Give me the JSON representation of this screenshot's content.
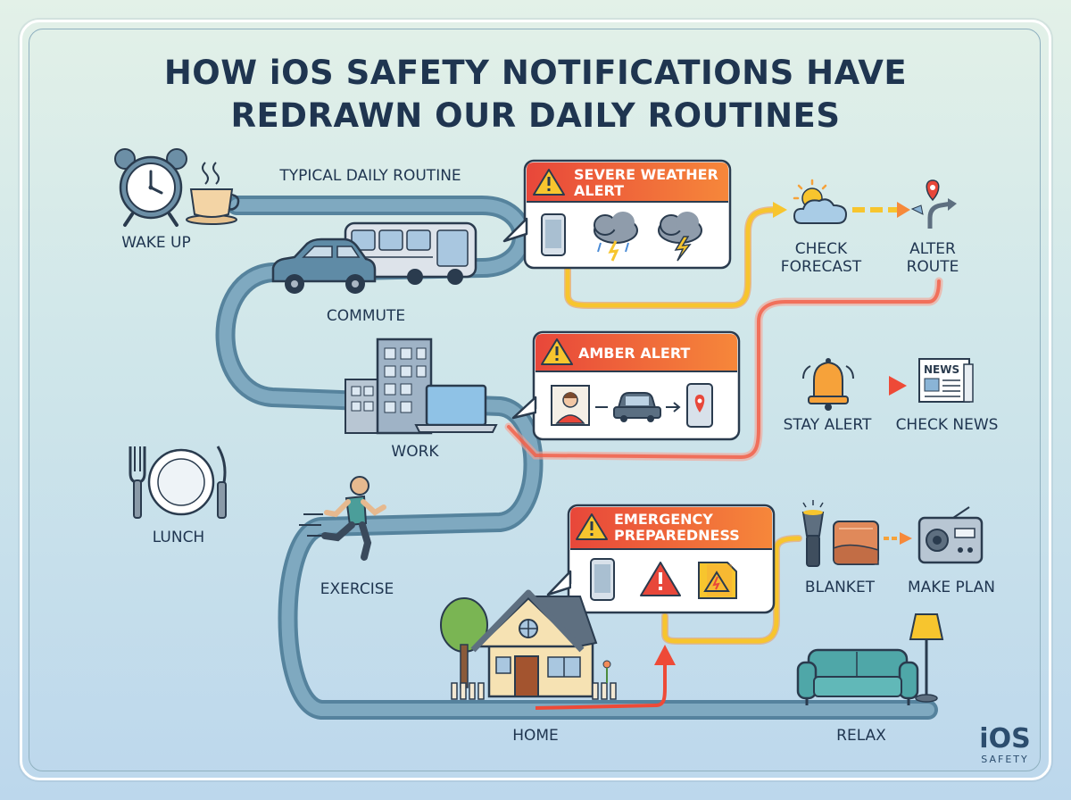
{
  "title": {
    "line1": "HOW iOS SAFETY NOTIFICATIONS HAVE",
    "line2": "REDRAWN OUR DAILY ROUTINES"
  },
  "routine": {
    "heading": "TYPICAL DAILY ROUTINE",
    "stops": {
      "wake_up": "WAKE UP",
      "commute": "COMMUTE",
      "work": "WORK",
      "lunch": "LUNCH",
      "exercise": "EXERCISE",
      "home": "HOME",
      "relax": "RELAX"
    }
  },
  "alerts": {
    "weather": {
      "title_line1": "SEVERE WEATHER",
      "title_line2": "ALERT",
      "icons": [
        "phone-icon",
        "storm-cloud-icon",
        "lightning-cloud-icon"
      ],
      "actions": [
        "CHECK FORECAST",
        "ALTER ROUTE"
      ],
      "action_check_forecast_line1": "CHECK",
      "action_check_forecast_line2": "FORECAST",
      "action_alter_route_line1": "ALTER",
      "action_alter_route_line2": "ROUTE"
    },
    "amber": {
      "title": "AMBER ALERT",
      "icons": [
        "person-photo-icon",
        "car-icon",
        "phone-location-icon"
      ],
      "actions": [
        "STAY ALERT",
        "CHECK NEWS"
      ],
      "news_icon_text": "NEWS"
    },
    "emergency": {
      "title_line1": "EMERGENCY",
      "title_line2": "PREPAREDNESS",
      "icons": [
        "phone-icon",
        "warning-triangle-icon",
        "warning-document-icon"
      ],
      "actions": [
        "BLANKET",
        "MAKE PLAN"
      ]
    }
  },
  "brand": {
    "name": "iOS",
    "sub": "SAFETY"
  },
  "colors": {
    "path": "#6f9bb3",
    "path_dark": "#4f7d99",
    "alert_red": "#e8473a",
    "alert_orange": "#f47b2f",
    "arrow_yellow": "#f7c52e",
    "text": "#1f3550"
  }
}
